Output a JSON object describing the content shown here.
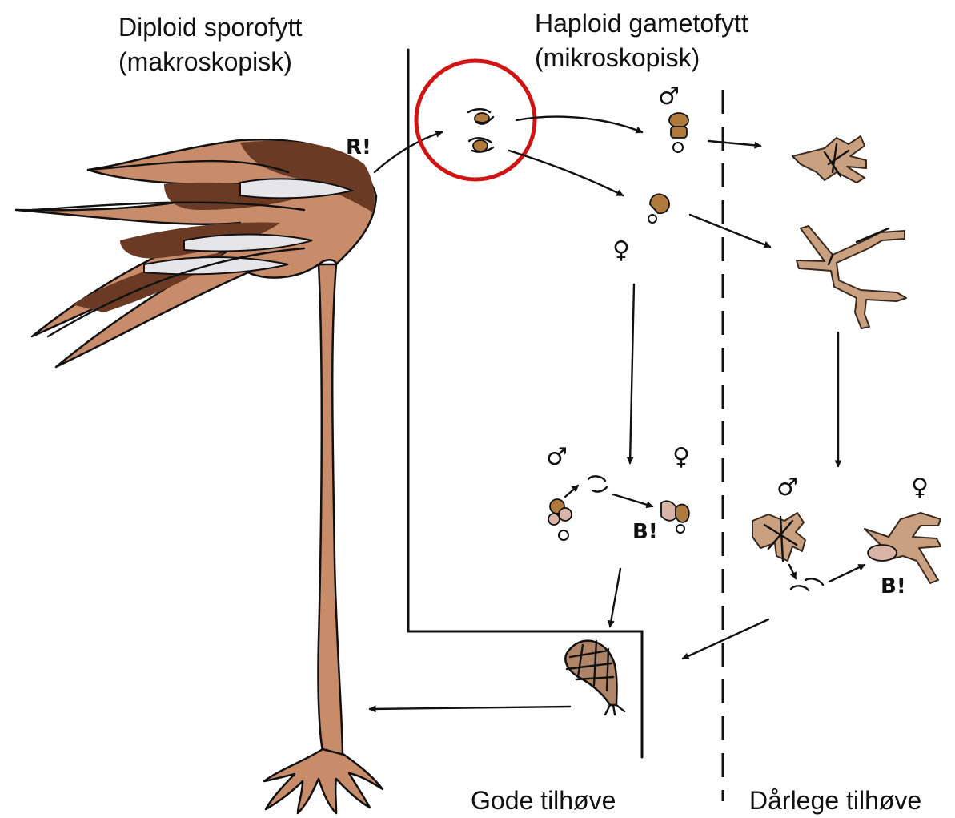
{
  "labels": {
    "sporophyte_line1": "Diploid sporofytt",
    "sporophyte_line2": "(makroskopisk)",
    "gametophyte_line1": "Haploid gametofytt",
    "gametophyte_line2": "(mikroskopisk)",
    "good_conditions": "Gode tilhøve",
    "bad_conditions": "Dårlege tilhøve",
    "meiosis_mark": "R!",
    "fertilization_mark_good": "B!",
    "fertilization_mark_bad": "B!",
    "male_symbol": "♂",
    "female_symbol": "♀"
  },
  "colors": {
    "highlight_circle": "#d01414",
    "kelp_body": "#c98c6a",
    "kelp_dark": "#6b3a24"
  }
}
